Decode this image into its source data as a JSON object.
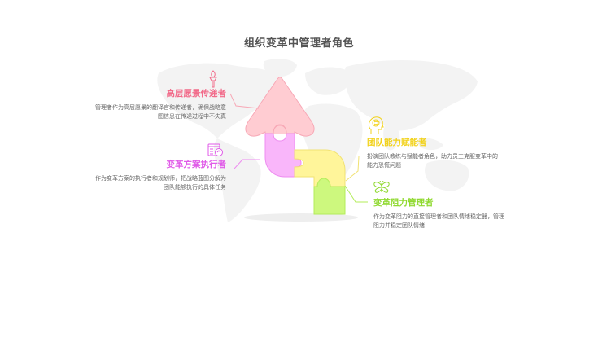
{
  "title": "组织变革中管理者角色",
  "colors": {
    "pink": "#F26B8A",
    "pink_fill": "#FFCCD2",
    "magenta": "#E05AE8",
    "magenta_fill": "#F9B6FA",
    "yellow": "#F2D21B",
    "yellow_fill": "#FFF59A",
    "green": "#8FD92F",
    "green_fill": "#CDF87E",
    "map": "#F3F3F3",
    "desc_text": "#666666",
    "title_text": "#555555"
  },
  "roles": [
    {
      "id": "vision",
      "icon": "torch-icon",
      "title": "高层愿景传递者",
      "desc_line1": "管理者作为高层愿景的翻译官和传递者，确保战略意",
      "desc_line2": "图信息在传递过程中不失真"
    },
    {
      "id": "executor",
      "icon": "plan-document-icon",
      "title": "变革方案执行者",
      "desc_line1": "作为变革方案的执行者和规划师，把战略蓝图分解为",
      "desc_line2": "团队能够执行的具体任务"
    },
    {
      "id": "enabler",
      "icon": "head-brain-icon",
      "title": "团队能力赋能者",
      "desc_line1": "扮演团队教练与赋能者角色，助力员工克服变革中的",
      "desc_line2": "能力恐慌问题"
    },
    {
      "id": "resistance",
      "icon": "butterfly-icon",
      "title": "变革阻力管理者",
      "desc_line1": "作为变革阻力的直接管理者和团队情绪稳定器，管理",
      "desc_line2": "阻力并稳定团队情绪"
    }
  ]
}
